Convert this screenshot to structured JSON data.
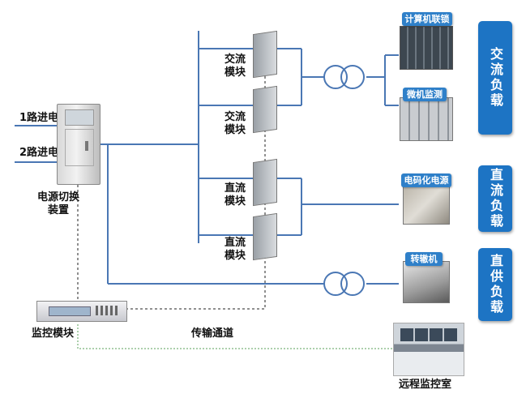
{
  "inputs": {
    "line1": "1路进电",
    "line2": "2路进电"
  },
  "switch_device": {
    "label": "电源切换装置"
  },
  "modules": [
    {
      "label": "交流模块"
    },
    {
      "label": "交流模块"
    },
    {
      "label": "直流模块"
    },
    {
      "label": "直流模块"
    }
  ],
  "loads": [
    {
      "tag": "计算机联锁"
    },
    {
      "tag": "微机监测"
    },
    {
      "tag": "电码化电源"
    },
    {
      "tag": "转辙机"
    }
  ],
  "categories": [
    {
      "label": "交流负载"
    },
    {
      "label": "直流负载"
    },
    {
      "label": "直供负载"
    }
  ],
  "monitor": {
    "label": "监控模块"
  },
  "channel": {
    "label": "传输通道"
  },
  "remote": {
    "label": "远程监控室"
  },
  "colors": {
    "bus_line": "#4a77b4",
    "channel_line": "#58a158",
    "accent": "#1d74c4"
  }
}
